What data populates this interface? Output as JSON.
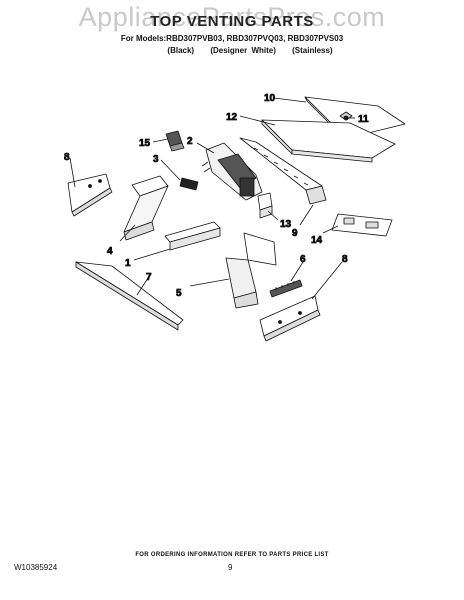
{
  "watermark": "AppliancePartsPros.com",
  "header": {
    "title": "TOP VENTING PARTS",
    "models": "For Models:RBD307PVB03, RBD307PVQ03, RBD307PVS03",
    "color_black": "(Black)",
    "color_white": "(Designer White)",
    "color_stainless": "(Stainless)"
  },
  "callouts": {
    "c1": "1",
    "c2": "2",
    "c3": "3",
    "c4": "4",
    "c5": "5",
    "c6": "6",
    "c7": "7",
    "c8_left": "8",
    "c8_right": "8",
    "c9": "9",
    "c10": "10",
    "c11": "11",
    "c12": "12",
    "c13": "13",
    "c14": "14",
    "c15": "15"
  },
  "footer": {
    "ordering_note": "FOR ORDERING INFORMATION REFER TO PARTS PRICE LIST",
    "doc_number": "W10385924",
    "page_number": "9"
  }
}
